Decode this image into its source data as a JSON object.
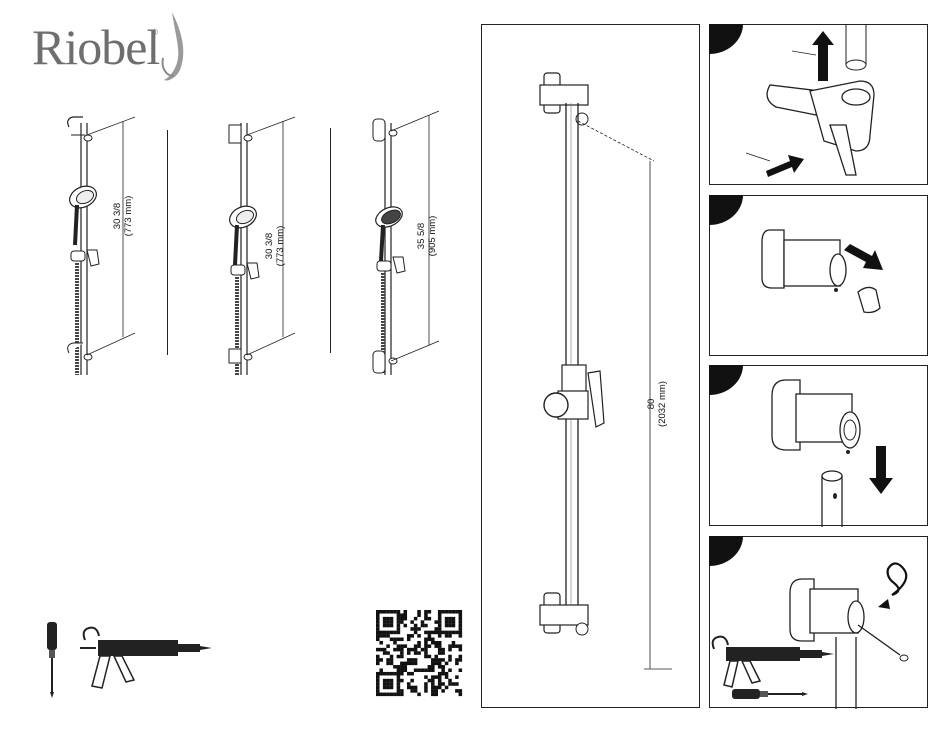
{
  "brand": {
    "name": "Riobel",
    "reg_mark": "®"
  },
  "variants": [
    {
      "length": "30 3/8",
      "metric": "(773 mm)"
    },
    {
      "length": "30 3/8",
      "metric": "(773 mm)"
    },
    {
      "length": "35 5/8",
      "metric": "(905 mm)"
    }
  ],
  "main_dimension": {
    "length": "80",
    "metric": "(2032 mm)"
  },
  "steps": [
    {
      "id": 1
    },
    {
      "id": 2
    },
    {
      "id": 3
    },
    {
      "id": 4
    }
  ],
  "tools": [
    "screwdriver-icon",
    "caulking-gun-icon",
    "qr-code"
  ],
  "colors": {
    "line": "#222222",
    "logo": "#6e6e6e",
    "tab": "#111111"
  }
}
